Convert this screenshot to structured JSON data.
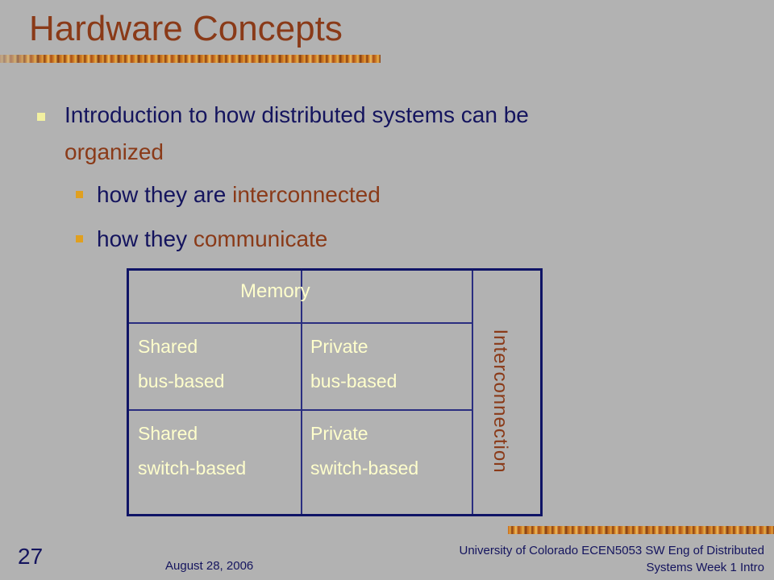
{
  "slide": {
    "title": "Hardware Concepts",
    "bullets": {
      "main_part1": "Introduction to how distributed systems can be",
      "main_part2": "organized",
      "sub1_prefix": "how they are ",
      "sub1_accent": "interconnected",
      "sub2_prefix": "how they ",
      "sub2_accent": "communicate"
    },
    "grid": {
      "column_header": "Memory",
      "row_header": "Interconnection",
      "cells": [
        [
          "Shared",
          "bus-based"
        ],
        [
          "Private",
          "bus-based"
        ],
        [
          "Shared",
          "switch-based"
        ],
        [
          "Private",
          "switch-based"
        ]
      ]
    },
    "footer": {
      "page_number": "27",
      "date": "August 28, 2006",
      "course_line1": "University of Colorado ECEN5053 SW Eng of Distributed",
      "course_line2": "Systems Week 1 Intro"
    }
  },
  "colors": {
    "background": "#b2b2b2",
    "title": "#8a3a18",
    "body_text": "#14145e",
    "accent_text": "#8a3a18",
    "grid_text": "#ffffcc",
    "grid_border": "#0f1466"
  }
}
